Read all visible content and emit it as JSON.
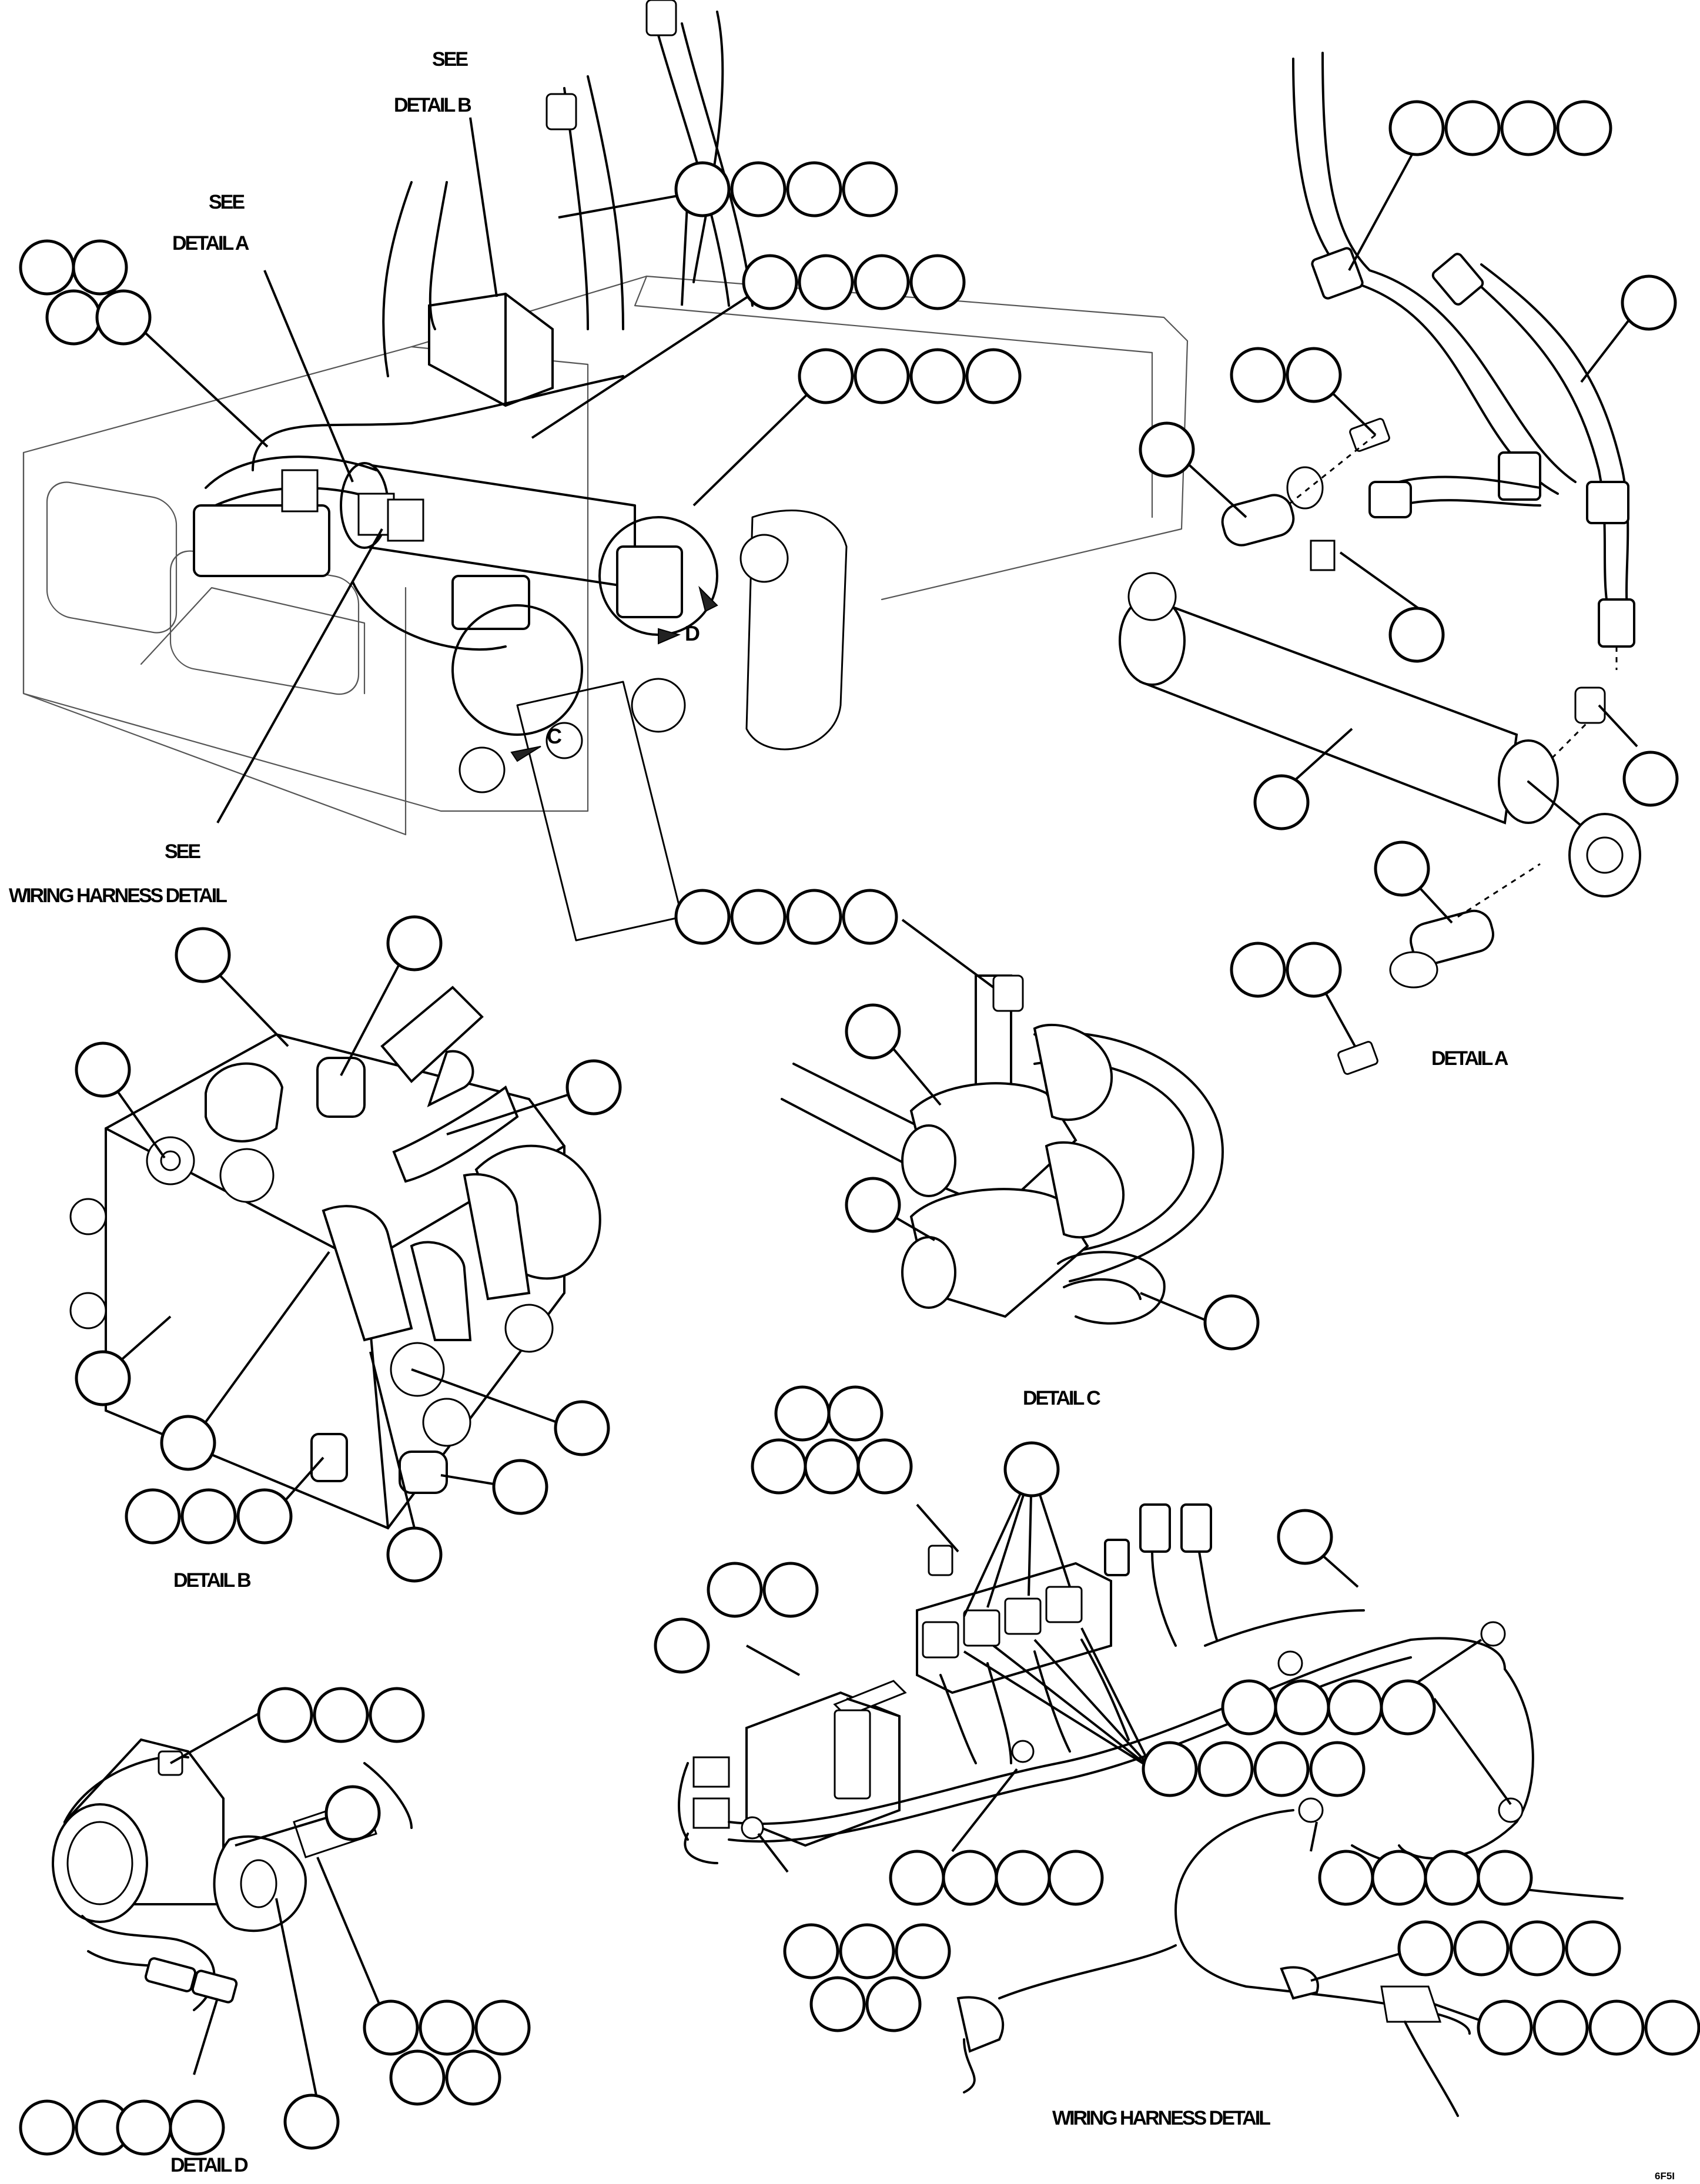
{
  "labels": {
    "see_detail_b_1": "SEE",
    "see_detail_b_2": "DETAIL B",
    "see_detail_a_1": "SEE",
    "see_detail_a_2": "DETAIL A",
    "see_harness_1": "SEE",
    "see_harness_2": "WIRING HARNESS DETAIL",
    "detail_a": "DETAIL A",
    "detail_b": "DETAIL B",
    "detail_c": "DETAIL C",
    "detail_d": "DETAIL D",
    "wiring_harness_detail": "WIRING HARNESS DETAIL",
    "view_arrow_c": "C",
    "view_arrow_d": "D",
    "drawing_number": "6F5I"
  }
}
